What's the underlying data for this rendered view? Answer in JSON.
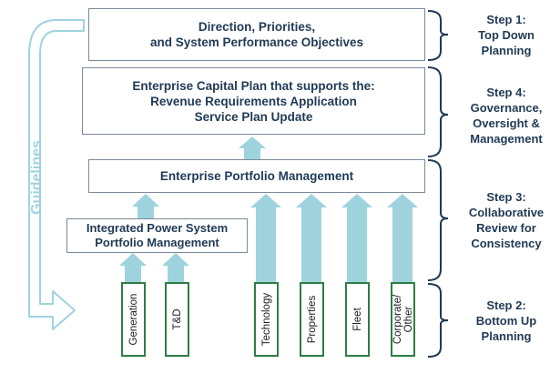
{
  "boxes": {
    "direction": {
      "line1": "Direction, Priorities,",
      "line2": "and System Performance Objectives"
    },
    "capital_plan": {
      "line1": "Enterprise Capital Plan that supports the:",
      "line2": "Revenue Requirements Application",
      "line3": "Service Plan Update"
    },
    "portfolio_mgmt": {
      "line1": "Enterprise Portfolio Management"
    },
    "power_system": {
      "line1": "Integrated Power System",
      "line2": "Portfolio Management"
    }
  },
  "sources": {
    "generation": "Generation",
    "td": "T&D",
    "technology": "Technology",
    "properties": "Properties",
    "fleet": "Fleet",
    "corporate_l1": "Corporate/",
    "corporate_l2": "Other"
  },
  "steps": {
    "step1": {
      "line1": "Step 1:",
      "line2": "Top Down",
      "line3": "Planning"
    },
    "step4": {
      "line1": "Step 4:",
      "line2": "Governance,",
      "line3": "Oversight &",
      "line4": "Management"
    },
    "step3": {
      "line1": "Step 3:",
      "line2": "Collaborative",
      "line3": "Review for",
      "line4": "Consistency"
    },
    "step2": {
      "line1": "Step 2:",
      "line2": "Bottom Up",
      "line3": "Planning"
    }
  },
  "guidelines": "Guidelines",
  "colors": {
    "arrow": "#9ed3de",
    "source_border": "#2e7d46",
    "text": "#1f3a55",
    "box_border": "#7c8a99",
    "bracket": "#1f3a55"
  }
}
